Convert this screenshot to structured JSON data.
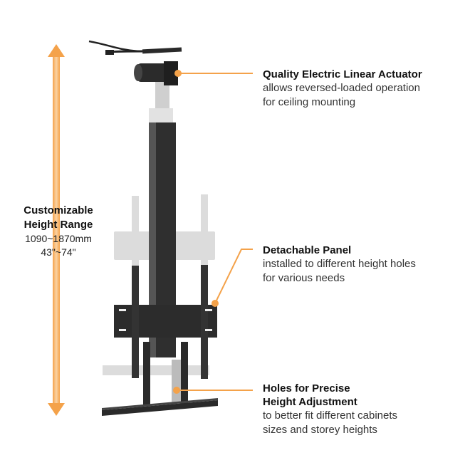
{
  "colors": {
    "accent": "#F4A24A",
    "arrow_light": "#FBD6A8",
    "metal_dark": "#2a2a2a",
    "metal_light": "#d9d9d9",
    "actuator_silver": "#c8c8c8"
  },
  "height_range": {
    "title_line1": "Customizable",
    "title_line2": "Height Range",
    "metric": "1090~1870mm",
    "imperial": "43\"~74\""
  },
  "callouts": [
    {
      "title_lines": [
        "Quality Electric Linear Actuator"
      ],
      "desc_lines": [
        "allows reversed-loaded operation",
        "for ceiling mounting"
      ]
    },
    {
      "title_lines": [
        "Detachable Panel"
      ],
      "desc_lines": [
        "installed to different height holes",
        "for various needs"
      ]
    },
    {
      "title_lines": [
        "Holes for Precise",
        "Height Adjustment"
      ],
      "desc_lines": [
        "to better fit different cabinets",
        "sizes and storey heights"
      ]
    }
  ]
}
